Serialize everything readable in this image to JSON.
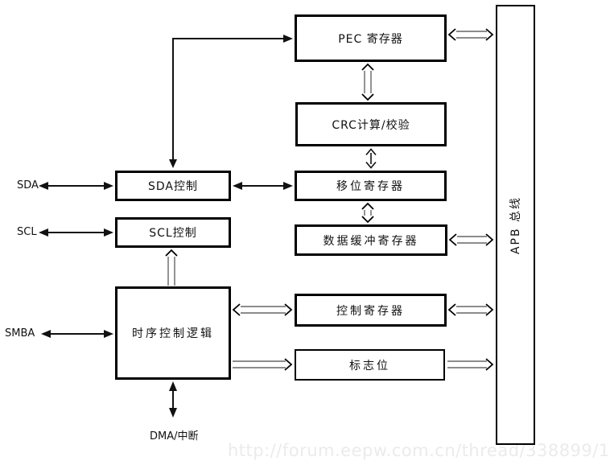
{
  "boxes": {
    "pec": "PEC 寄存器",
    "crc": "CRC计算/校验",
    "shift": "移位寄存器",
    "dbuf": "数据缓冲寄存器",
    "sda_ctrl": "SDA控制",
    "scl_ctrl": "SCL控制",
    "timing": "时序控制逻辑",
    "ctrl": "控制寄存器",
    "flags": "标志位"
  },
  "bus": {
    "label": "APB 总线"
  },
  "pins": {
    "sda": "SDA",
    "scl": "SCL",
    "smba": "SMBA",
    "dma": "DMA/中断"
  },
  "watermark": "http://forum.eepw.com.cn/thread/338899/1",
  "colors": {
    "background": "#ffffff",
    "box_border": "#000000",
    "solid_line": "#111111",
    "hollow_shaft": "#666666",
    "watermark": "#ebebeb"
  }
}
